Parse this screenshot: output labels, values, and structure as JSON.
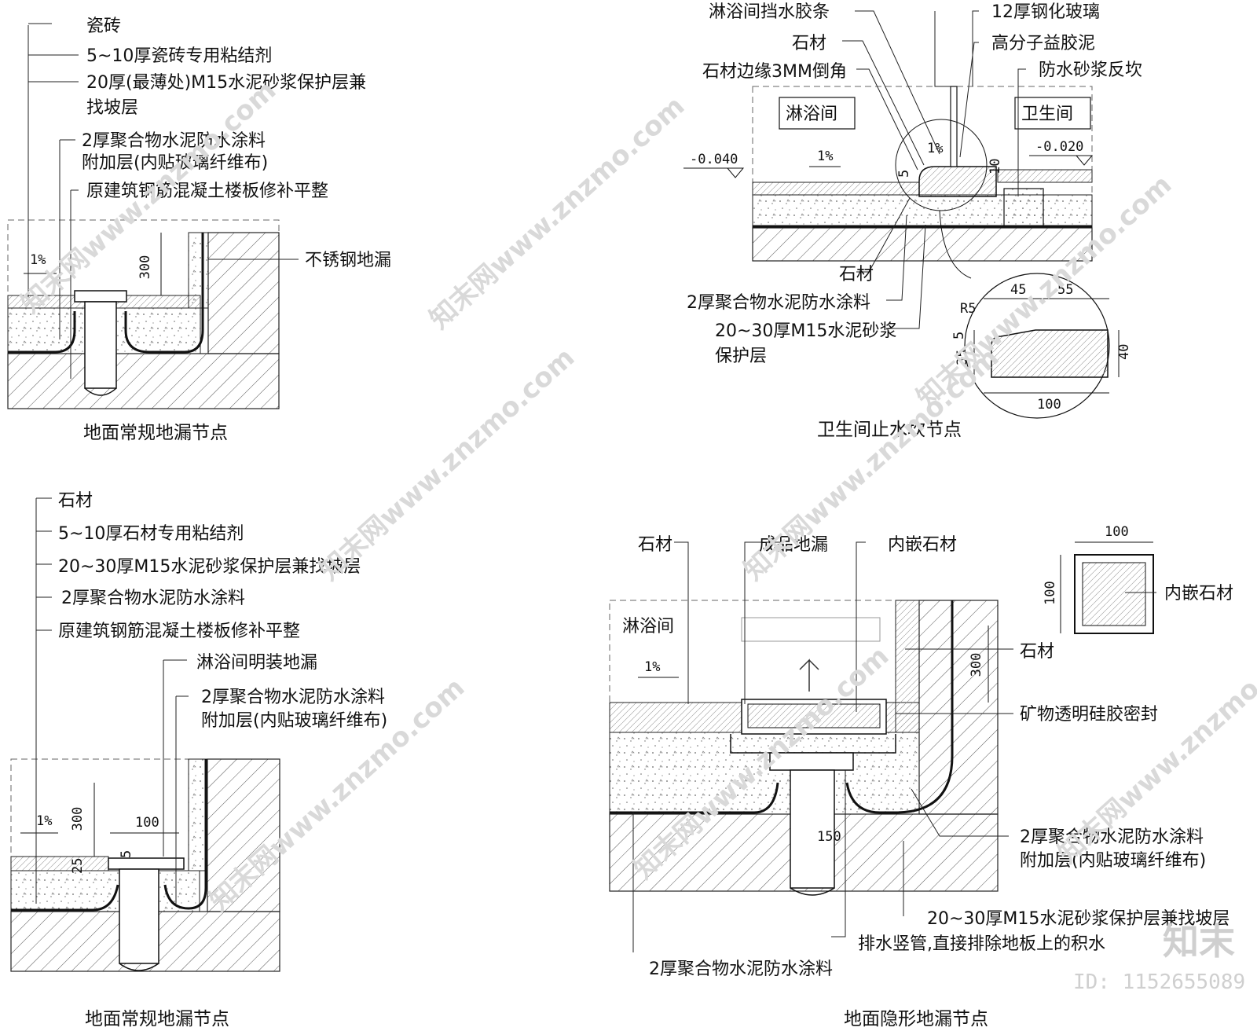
{
  "details": {
    "tl": {
      "title": "地面常规地漏节点",
      "labels": [
        "瓷砖",
        "5~10厚瓷砖专用粘结剂",
        "20厚(最薄处)M15水泥砂浆保护层兼",
        "找坡层",
        "2厚聚合物水泥防水涂料",
        "附加层(内贴玻璃纤维布)",
        "原建筑钢筋混凝土楼板修补平整",
        "不锈钢地漏"
      ],
      "slope": "1%",
      "dims": [
        "300"
      ]
    },
    "tr": {
      "title": "卫生间止水坎节点",
      "labels": [
        "淋浴间挡水胶条",
        "12厚钢化玻璃",
        "石材",
        "高分子益胶泥",
        "石材边缘3MM倒角",
        "防水砂浆反坎",
        "石材",
        "2厚聚合物水泥防水涂料",
        "20~30厚M15水泥砂浆",
        "保护层"
      ],
      "rooms": [
        "淋浴间",
        "卫生间"
      ],
      "levels": [
        "-0.040",
        "-0.020"
      ],
      "slopes": [
        "1%",
        "1%"
      ],
      "dims": [
        "5",
        "10",
        "45",
        "55",
        "R5",
        "5",
        "35",
        "40",
        "100"
      ]
    },
    "bl": {
      "title": "地面常规地漏节点",
      "labels": [
        "石材",
        "5~10厚石材专用粘结剂",
        "20~30厚M15水泥砂浆保护层兼找坡层",
        "2厚聚合物水泥防水涂料",
        "原建筑钢筋混凝土楼板修补平整",
        "淋浴间明装地漏",
        "2厚聚合物水泥防水涂料",
        "附加层(内贴玻璃纤维布)"
      ],
      "slope": "1%",
      "dims": [
        "300",
        "100",
        "25",
        "5"
      ]
    },
    "br": {
      "title": "地面隐形地漏节点",
      "labels": [
        "石材",
        "成品地漏",
        "内嵌石材",
        "内嵌石材",
        "石材",
        "矿物透明硅胶密封",
        "2厚聚合物水泥防水涂料",
        "附加层(内贴玻璃纤维布)",
        "20~30厚M15水泥砂浆保护层兼找坡层",
        "排水竖管,直接排除地板上的积水",
        "2厚聚合物水泥防水涂料"
      ],
      "room": "淋浴间",
      "slope": "1%",
      "dims": [
        "300",
        "150",
        "100",
        "100"
      ]
    }
  },
  "watermark": {
    "text": "知末网www.znzmo.com",
    "brand": "知末",
    "id": "ID: 1152655089"
  }
}
